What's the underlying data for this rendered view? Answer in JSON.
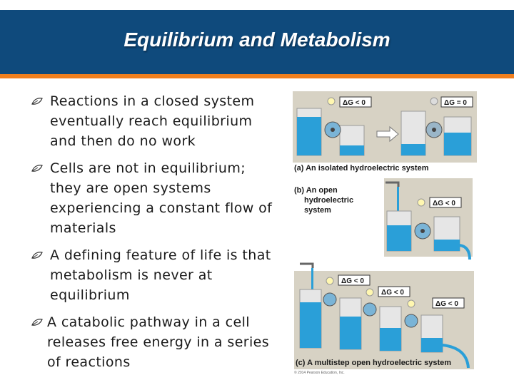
{
  "slide": {
    "title": "Equilibrium and Metabolism",
    "bullets": [
      "Reactions in a closed system eventually reach equilibrium and then do no work",
      "Cells are not in equilibrium; they are open systems experiencing a constant flow of materials",
      "A defining feature of life is that metabolism is never at equilibrium",
      "A catabolic pathway in a cell releases free energy in a series of reactions"
    ]
  },
  "figure": {
    "panel_a": {
      "caption": "(a) An isolated hydroelectric system",
      "dg_left": "ΔG < 0",
      "dg_right": "ΔG = 0"
    },
    "panel_b": {
      "caption_lines": [
        "(b) An open",
        "hydroelectric",
        "system"
      ],
      "dg": "ΔG < 0"
    },
    "panel_c": {
      "caption": "(c) A multistep open hydroelectric system",
      "dg_1": "ΔG < 0",
      "dg_2": "ΔG < 0",
      "dg_3": "ΔG < 0"
    },
    "copyright": "© 2014 Pearson Education, Inc."
  },
  "colors": {
    "title_bar": "#0f4a7c",
    "accent": "#f07f1e",
    "water": "#2a9fd8"
  }
}
